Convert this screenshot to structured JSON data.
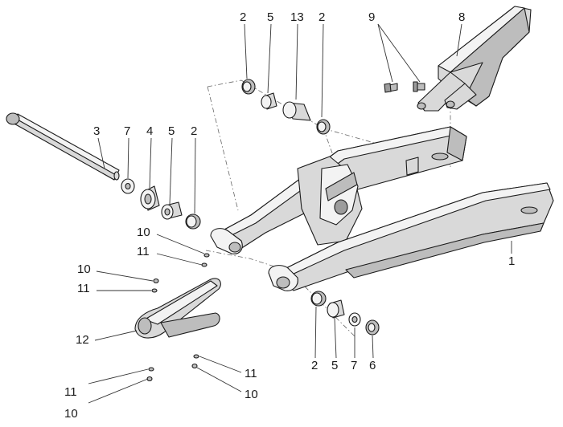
{
  "diagram": {
    "callouts": [
      {
        "id": "c-top-2a",
        "label": "2"
      },
      {
        "id": "c-top-5",
        "label": "5"
      },
      {
        "id": "c-top-13",
        "label": "13"
      },
      {
        "id": "c-top-2b",
        "label": "2"
      },
      {
        "id": "c-top-9",
        "label": "9"
      },
      {
        "id": "c-top-8",
        "label": "8"
      },
      {
        "id": "c-3",
        "label": "3"
      },
      {
        "id": "c-7",
        "label": "7"
      },
      {
        "id": "c-4",
        "label": "4"
      },
      {
        "id": "c-5",
        "label": "5"
      },
      {
        "id": "c-2",
        "label": "2"
      },
      {
        "id": "c-10a",
        "label": "10"
      },
      {
        "id": "c-11a",
        "label": "11"
      },
      {
        "id": "c-10b",
        "label": "10"
      },
      {
        "id": "c-11b",
        "label": "11"
      },
      {
        "id": "c-12",
        "label": "12"
      },
      {
        "id": "c-1",
        "label": "1"
      },
      {
        "id": "c-bot-2",
        "label": "2"
      },
      {
        "id": "c-bot-5",
        "label": "5"
      },
      {
        "id": "c-bot-7",
        "label": "7"
      },
      {
        "id": "c-bot-6",
        "label": "6"
      },
      {
        "id": "c-11c",
        "label": "11"
      },
      {
        "id": "c-10c",
        "label": "10"
      },
      {
        "id": "c-11d",
        "label": "11"
      },
      {
        "id": "c-10d",
        "label": "10"
      }
    ]
  }
}
